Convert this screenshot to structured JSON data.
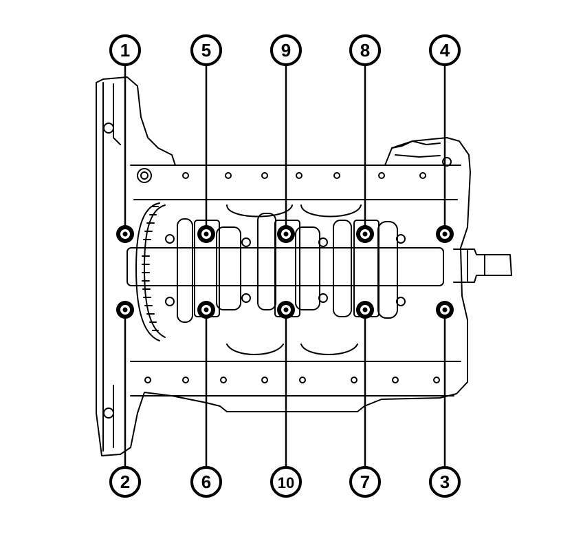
{
  "diagram": {
    "kind": "engine-block-bottom-view",
    "line_color": "#000000",
    "background_color": "#ffffff",
    "callouts": [
      {
        "id": "c1",
        "label": "1"
      },
      {
        "id": "c5",
        "label": "5"
      },
      {
        "id": "c9",
        "label": "9"
      },
      {
        "id": "c8",
        "label": "8"
      },
      {
        "id": "c4",
        "label": "4"
      },
      {
        "id": "c2",
        "label": "2"
      },
      {
        "id": "c6",
        "label": "6"
      },
      {
        "id": "c10",
        "label": "10"
      },
      {
        "id": "c7",
        "label": "7"
      },
      {
        "id": "c3",
        "label": "3"
      }
    ]
  }
}
